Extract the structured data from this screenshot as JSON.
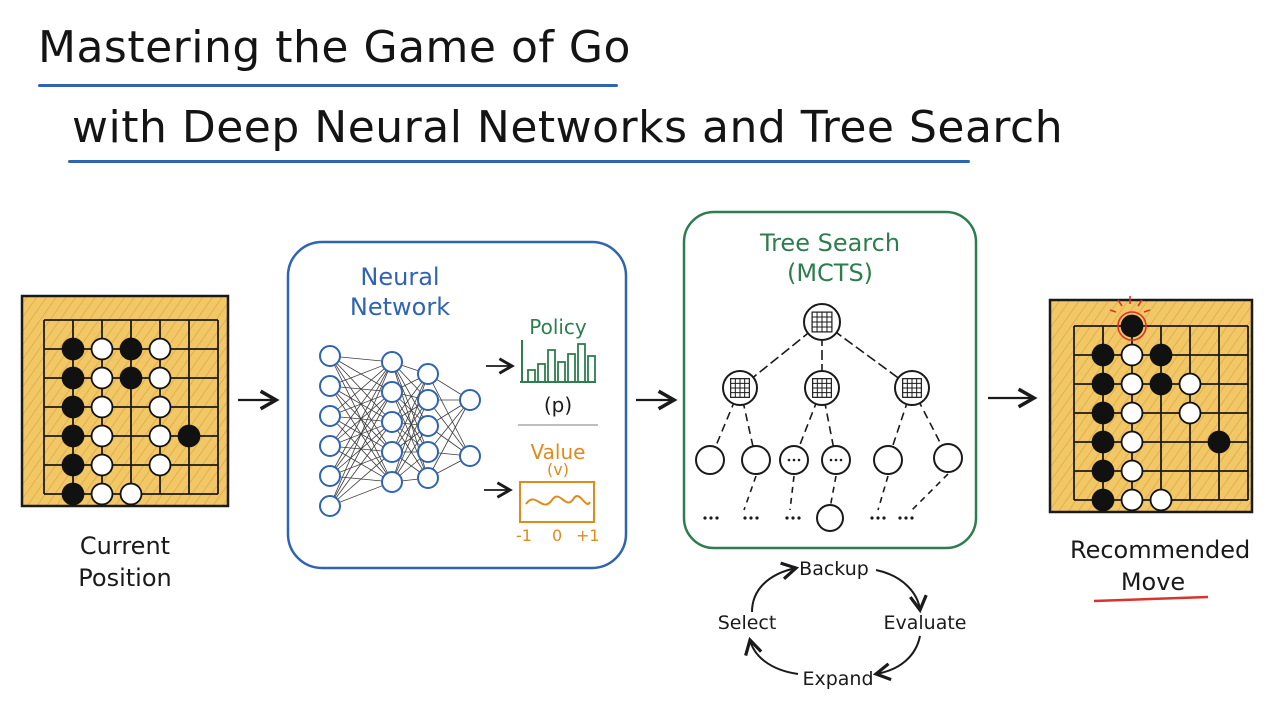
{
  "title": {
    "line1": "Mastering the Game of Go",
    "line2": "with Deep Neural Networks and Tree Search"
  },
  "input_board": {
    "label_line1": "Current",
    "label_line2": "Position"
  },
  "neural_network": {
    "title_line1": "Neural",
    "title_line2": "Network",
    "policy_label": "Policy",
    "policy_symbol": "(p)",
    "value_label": "Value",
    "value_symbol": "(v)",
    "value_ticks": [
      "-1",
      "0",
      "+1"
    ]
  },
  "tree_search": {
    "title_line1": "Tree Search",
    "title_line2": "(MCTS)",
    "cycle": [
      "Backup",
      "Evaluate",
      "Expand",
      "Select"
    ]
  },
  "output_board": {
    "label_line1": "Recommended",
    "label_line2": "Move"
  },
  "colors": {
    "board": "#f2c766",
    "nn_blue": "#2f64b3",
    "mcts_green": "#2e7d4f",
    "value_orange": "#e08a1e",
    "highlight_red": "#d9342b",
    "underline_blue": "#2f64b3"
  }
}
